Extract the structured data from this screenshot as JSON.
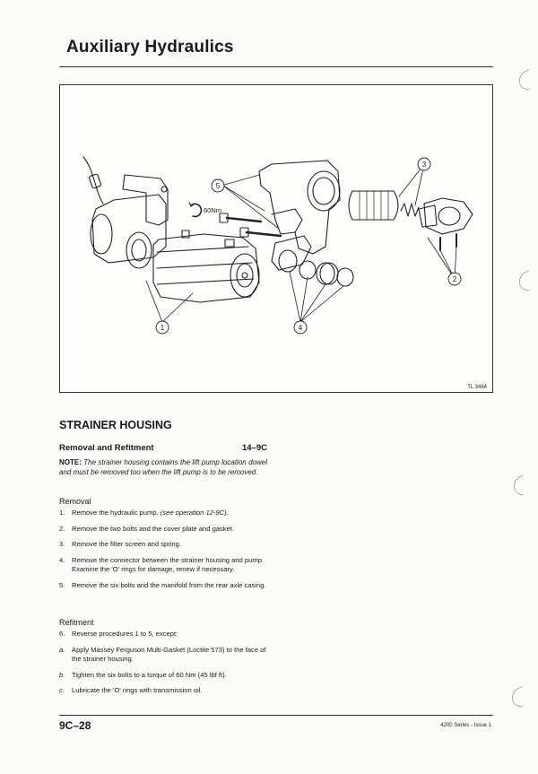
{
  "header": {
    "title": "Auxiliary Hydraulics"
  },
  "figure": {
    "callouts": {
      "c1": "1",
      "c2": "2",
      "c3": "3",
      "c4": "4",
      "c5": "5"
    },
    "torque": "60Nm",
    "ref": "TL 3484"
  },
  "section": {
    "title": "STRAINER HOUSING",
    "subtitle": "Removal and Refitment",
    "operation": "14–9C",
    "note_label": "NOTE:",
    "note_text": "The strainer housing contains the lift pump location dowel and must be removed too when the lift pump is to be removed."
  },
  "removal": {
    "heading": "Removal",
    "steps": [
      {
        "num": "1.",
        "text": "Remove the hydraulic pump, ",
        "ref": "(see operation 12-9C)."
      },
      {
        "num": "2.",
        "text": "Remove the two bolts and the cover plate and gasket."
      },
      {
        "num": "3.",
        "text": "Remove the filter screen and spring."
      },
      {
        "num": "4.",
        "text": "Remove the connector between the strainer housing and pump. Examine the 'O' rings for damage, renew if necessary."
      },
      {
        "num": "5.",
        "text": "Remove the six bolts and the manifold from the rear axle casing."
      }
    ]
  },
  "refitment": {
    "heading": "Refitment",
    "steps": [
      {
        "num": "6.",
        "text": "Reverse procedures 1 to 5, except:"
      },
      {
        "num": "a.",
        "text": "Apply Massey Ferguson Multi-Gasket (Loctite 573) to the face of the strainer housing."
      },
      {
        "num": "b.",
        "text": "Tighten the six bolts to a torque of 60 Nm (45 lbf ft)."
      },
      {
        "num": "c.",
        "text": "Lubricate the 'O' rings with transmission oil."
      }
    ]
  },
  "footer": {
    "page": "9C–28",
    "series": "4200 Series - Issue 1"
  }
}
